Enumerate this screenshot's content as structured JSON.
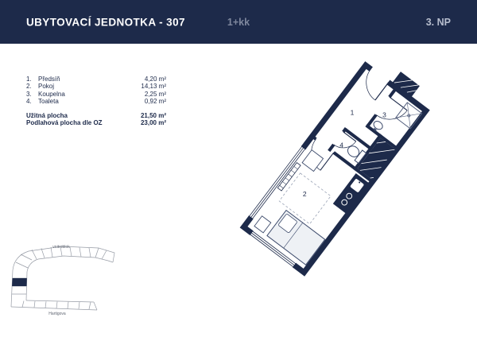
{
  "header": {
    "title": "UBYTOVACÍ JEDNOTKA - 307",
    "layout": "1+kk",
    "floor": "3. NP"
  },
  "legend": {
    "rooms": [
      {
        "no": "1.",
        "name": "Předsíň",
        "area": "4,20 m²"
      },
      {
        "no": "2.",
        "name": "Pokoj",
        "area": "14,13 m²"
      },
      {
        "no": "3.",
        "name": "Koupelna",
        "area": "2,25 m²"
      },
      {
        "no": "4.",
        "name": "Toaleta",
        "area": "0,92 m²"
      }
    ],
    "totals": [
      {
        "label": "Užitná plocha",
        "value": "21,50 m²"
      },
      {
        "label": "Podlahová plocha dle OZ",
        "value": "23,00 m²"
      }
    ]
  },
  "plan": {
    "room_numbers": [
      {
        "label": "1"
      },
      {
        "label": "2"
      },
      {
        "label": "3"
      },
      {
        "label": "4"
      }
    ]
  },
  "siteplan": {
    "top_label": "vnitroblok",
    "bottom_label": "Hartigova"
  },
  "colors": {
    "navy": "#1d2a4a",
    "bed_fill": "#eef1f5"
  }
}
